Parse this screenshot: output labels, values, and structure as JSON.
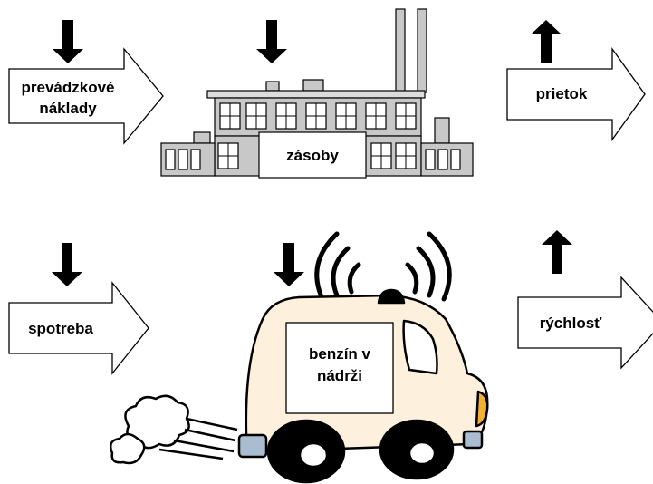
{
  "labels": {
    "operating_costs_line1": "prevádzkové",
    "operating_costs_line2": "náklady",
    "throughput": "prietok",
    "inventory": "zásoby",
    "consumption": "spotreba",
    "speed": "rýchlosť",
    "fuel_line1": "benzín v",
    "fuel_line2": "nádrži"
  },
  "arrows": {
    "operating_costs": "down",
    "inventory": "down",
    "throughput": "up",
    "consumption": "down",
    "fuel": "down",
    "speed": "up"
  },
  "colors": {
    "car_body": "#fdf0dc",
    "building": "#c8c8c8",
    "window": "#ffffff",
    "stroke": "#000000",
    "tire_light": "#a9bcd0",
    "headlight": "#f0b030"
  }
}
